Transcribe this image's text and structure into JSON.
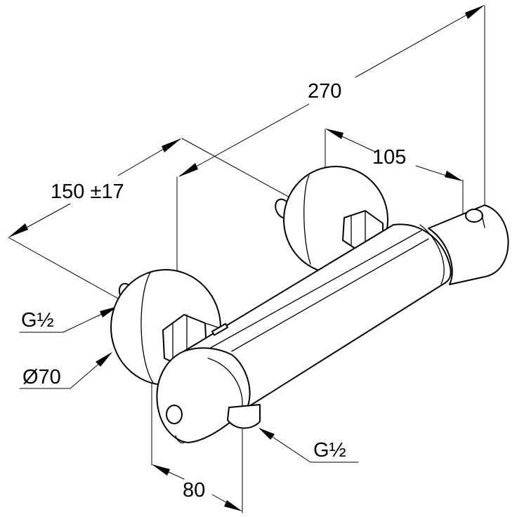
{
  "dimensions": {
    "overall_length": "270",
    "outlet_offset": "105",
    "center_distance": "150 ±17",
    "inlet_thread": "G½",
    "rosette_diameter": "Ø70",
    "outlet_thread": "G½",
    "projection": "80"
  },
  "colors": {
    "line": "#000000",
    "background": "#ffffff"
  }
}
